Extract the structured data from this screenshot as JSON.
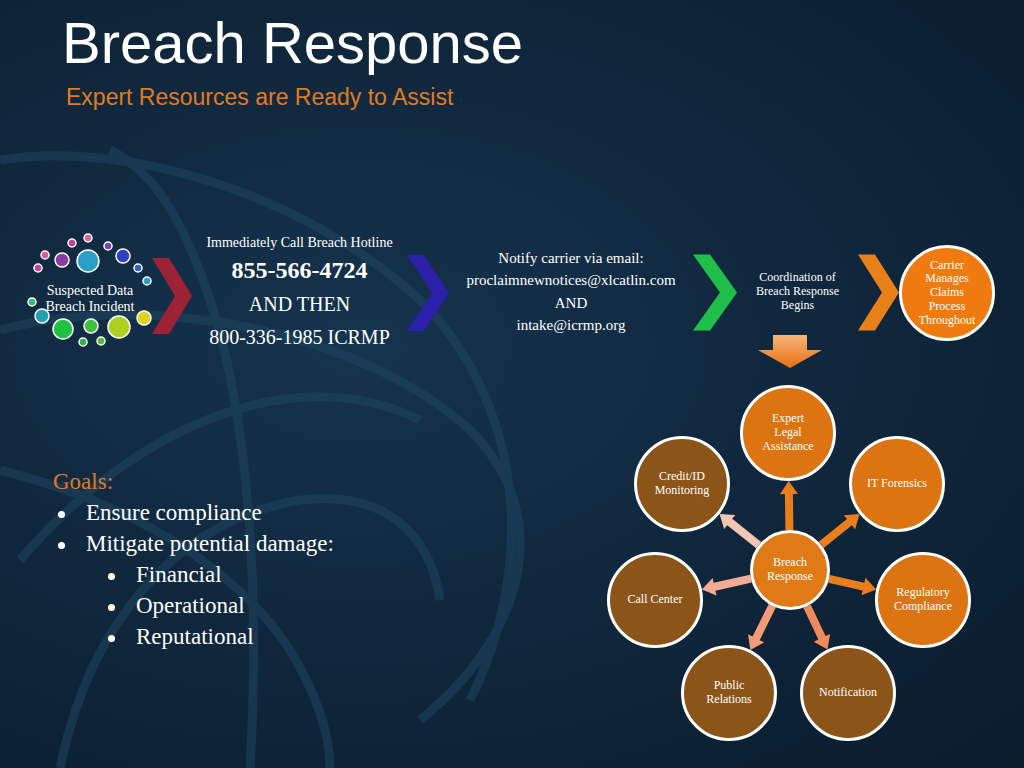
{
  "diagram": {
    "title": "Breach Response",
    "nodes": [
      {
        "text": [
          "Suspected Data Breach Incident"
        ]
      },
      {
        "text": [
          "Immediately Call Breach Hotline",
          "855-566-4724",
          "AND THEN",
          "800-336-1985 ICRMP"
        ]
      },
      {
        "text": [
          "Notify carrier via email:",
          "proclaimnewnotices@xlcatlin.com",
          "AND",
          "intake@icrmp.org"
        ]
      },
      {
        "text": [
          "Coordination of Breach Response Begins"
        ]
      },
      {
        "text": [
          "Carrier Manages Claims Process Throughout"
        ]
      },
      {
        "text": [
          "Expert Legal Assistance"
        ]
      },
      {
        "text": [
          "Credit/ID Monitoring"
        ]
      },
      {
        "text": [
          "IT Forensics"
        ]
      },
      {
        "text": [
          "Breach Response"
        ]
      },
      {
        "text": [
          "Call Center"
        ]
      },
      {
        "text": [
          "Regulatory Compliance"
        ]
      },
      {
        "text": [
          "Public Relations"
        ]
      },
      {
        "text": [
          "Notification"
        ]
      }
    ],
    "edges": [
      {
        "from": 0,
        "to": 1,
        "arrow": "to"
      },
      {
        "from": 1,
        "to": 2,
        "arrow": "to"
      },
      {
        "from": 2,
        "to": 3,
        "arrow": "to"
      },
      {
        "from": 3,
        "to": 4,
        "arrow": "to"
      },
      {
        "from": 8,
        "to": 5,
        "arrow": "to"
      },
      {
        "from": 8,
        "to": 7,
        "arrow": "to"
      },
      {
        "from": 8,
        "to": 10,
        "arrow": "to"
      },
      {
        "from": 8,
        "to": 12,
        "arrow": "to"
      },
      {
        "from": 8,
        "to": 11,
        "arrow": "to"
      },
      {
        "from": 8,
        "to": 9,
        "arrow": "to"
      },
      {
        "from": 8,
        "to": 6,
        "arrow": "to"
      }
    ],
    "labels": [
      "Expert Resources are Ready to Assist",
      "Goals:",
      "Ensure compliance",
      "Mitigate potential damage:",
      "Financial",
      "Operational",
      "Reputational"
    ]
  }
}
